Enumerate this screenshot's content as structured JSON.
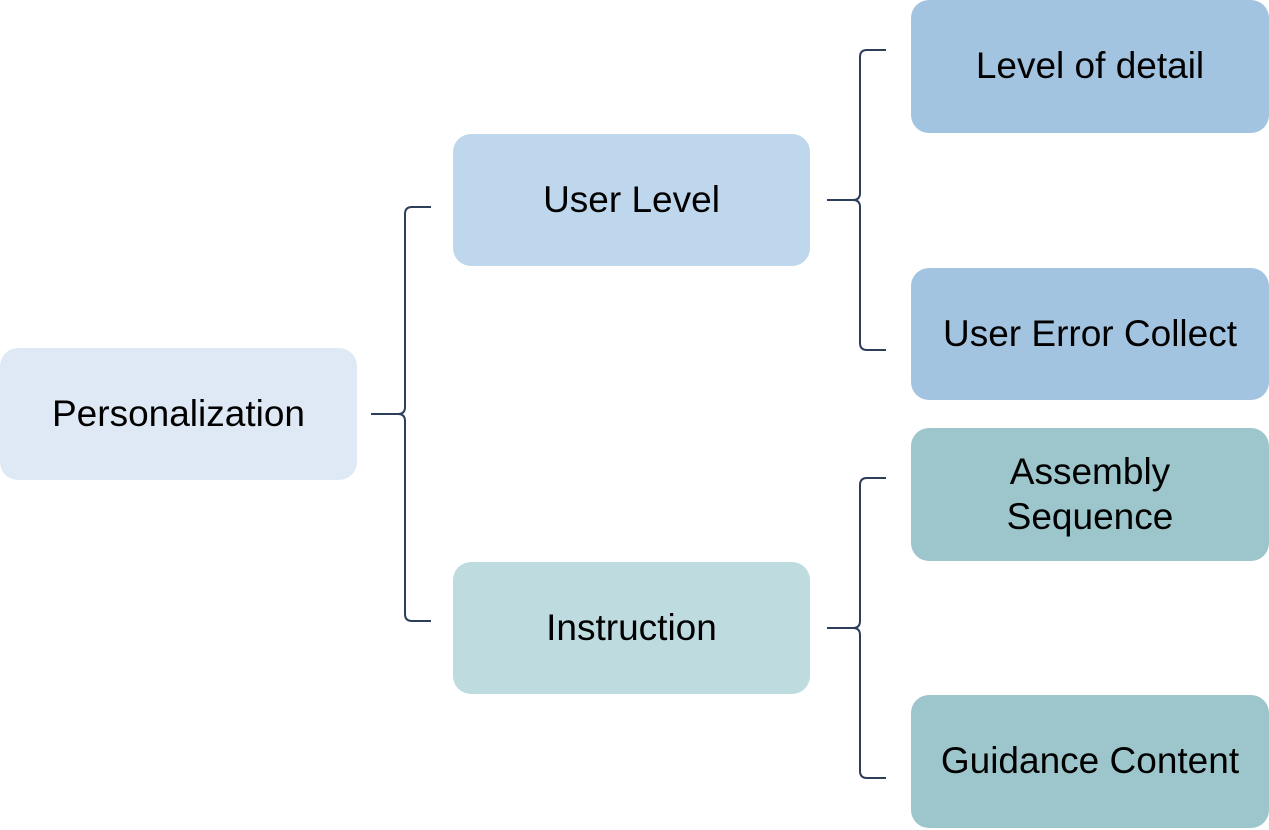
{
  "diagram": {
    "root": {
      "label": "Personalization"
    },
    "branches": [
      {
        "label": "User Level",
        "children": [
          {
            "label": "Level of detail"
          },
          {
            "label": "User Error Collect"
          }
        ]
      },
      {
        "label": "Instruction",
        "children": [
          {
            "label": "Assembly\nSequence"
          },
          {
            "label": "Guidance Content"
          }
        ]
      }
    ]
  },
  "colors": {
    "root_fill": "#dfe9f5",
    "user_level_fill": "#bed7ec",
    "instruction_fill": "#bedcdf",
    "user_leaf_fill": "#a3c4e1",
    "instruction_leaf_fill": "#9cc5cc",
    "connector_stroke": "#2c3e5a"
  }
}
